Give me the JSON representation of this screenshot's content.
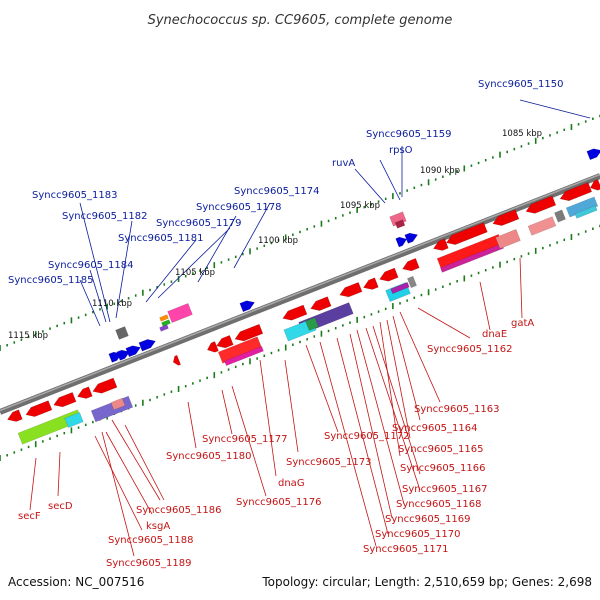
{
  "title": "Synechococcus sp. CC9605, complete genome",
  "footer": {
    "accession": "Accession: NC_007516",
    "topology": "Topology: circular; Length: 2,510,659 bp; Genes: 2,698"
  },
  "colors": {
    "backbone": "#888888",
    "top_label": "#0a1c9c",
    "bottom_label": "#c41414",
    "forward_gene": "#0000e0",
    "reverse_gene": "#ee0000",
    "tick": "#1a7a1a"
  },
  "scale_labels": [
    "1085 kbp",
    "1090 kbp",
    "1095 kbp",
    "1100 kbp",
    "1105 kbp",
    "1110 kbp",
    "1115 kbp"
  ],
  "top_labels": [
    "Syncc9605_1150",
    "Syncc9605_1159",
    "rpsO",
    "ruvA",
    "Syncc9605_1174",
    "Syncc9605_1178",
    "Syncc9605_1179",
    "Syncc9605_1181",
    "Syncc9605_1183",
    "Syncc9605_1182",
    "Syncc9605_1184",
    "Syncc9605_1185"
  ],
  "bottom_labels": [
    "gatA",
    "dnaE",
    "Syncc9605_1162",
    "Syncc9605_1163",
    "Syncc9605_1164",
    "Syncc9605_1165",
    "Syncc9605_1166",
    "Syncc9605_1167",
    "Syncc9605_1168",
    "Syncc9605_1169",
    "Syncc9605_1170",
    "Syncc9605_1171",
    "Syncc9605_1172",
    "Syncc9605_1173",
    "dnaG",
    "Syncc9605_1176",
    "Syncc9605_1177",
    "Syncc9605_1180",
    "Syncc9605_1186",
    "ksgA",
    "Syncc9605_1188",
    "Syncc9605_1189",
    "secD",
    "secF"
  ]
}
